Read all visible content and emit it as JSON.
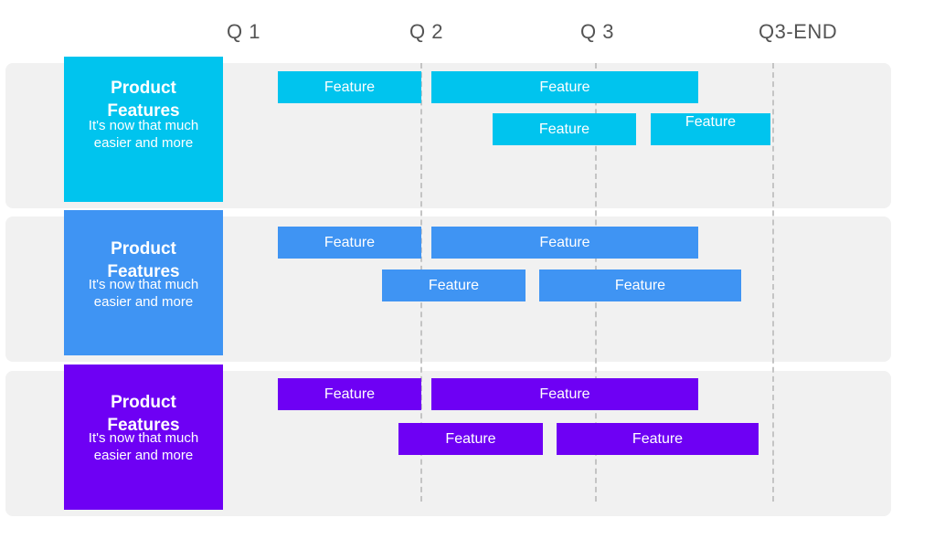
{
  "quarters": [
    "Q 1",
    "Q 2",
    "Q 3",
    "Q3-END"
  ],
  "colors": {
    "row1": "#00c4ee",
    "row2": "#3f94f3",
    "row3": "#6e00f4",
    "row_background": "#f1f1f1",
    "gridline": "#c4c4c4"
  },
  "rows": [
    {
      "title": "Product Features",
      "subtitle": "It's now that much easier and more",
      "bars": [
        "Feature",
        "Feature",
        "Feature",
        "Feature"
      ]
    },
    {
      "title": "Product Features",
      "subtitle": "It's now that much easier and more",
      "bars": [
        "Feature",
        "Feature",
        "Feature",
        "Feature"
      ]
    },
    {
      "title": "Product Features",
      "subtitle": "It's now that much easier and more",
      "bars": [
        "Feature",
        "Feature",
        "Feature",
        "Feature"
      ]
    }
  ]
}
